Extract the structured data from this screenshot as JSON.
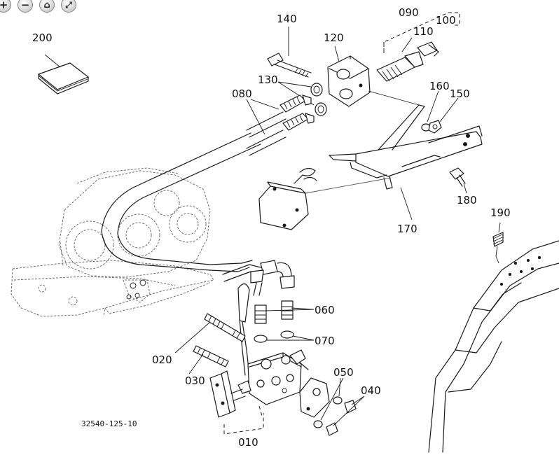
{
  "toolbar": {
    "zoom_in": "+",
    "zoom_out": "−",
    "home": "⌂",
    "fit": "⤢"
  },
  "diagram": {
    "drawing_code": "32540-125-10",
    "callouts": [
      {
        "id": "p010",
        "label": "010"
      },
      {
        "id": "p020",
        "label": "020"
      },
      {
        "id": "p030",
        "label": "030"
      },
      {
        "id": "p040",
        "label": "040"
      },
      {
        "id": "p050",
        "label": "050"
      },
      {
        "id": "p060",
        "label": "060"
      },
      {
        "id": "p070",
        "label": "070"
      },
      {
        "id": "p080",
        "label": "080"
      },
      {
        "id": "p090",
        "label": "090"
      },
      {
        "id": "p100",
        "label": "100"
      },
      {
        "id": "p110",
        "label": "110"
      },
      {
        "id": "p120",
        "label": "120"
      },
      {
        "id": "p130",
        "label": "130"
      },
      {
        "id": "p140",
        "label": "140"
      },
      {
        "id": "p150",
        "label": "150"
      },
      {
        "id": "p160",
        "label": "160"
      },
      {
        "id": "p170",
        "label": "170"
      },
      {
        "id": "p180",
        "label": "180"
      },
      {
        "id": "p190",
        "label": "190"
      },
      {
        "id": "p200",
        "label": "200"
      }
    ]
  }
}
